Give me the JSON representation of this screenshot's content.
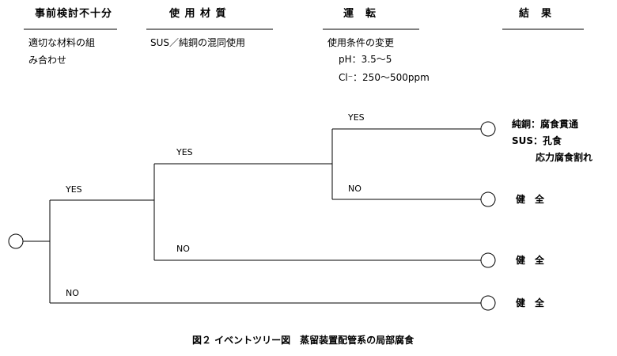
{
  "headers": [
    {
      "id": "pre-study",
      "label": "事前検討不十分"
    },
    {
      "id": "materials",
      "label": "使 用 材 質"
    },
    {
      "id": "operation",
      "label": "運　転"
    },
    {
      "id": "result",
      "label": "結　果"
    }
  ],
  "descriptions": {
    "pre_study_line1": "適切な材料の組",
    "pre_study_line2": "み合わせ",
    "materials": "SUS／純銅の混同使用",
    "operation_title": "使用条件の変更",
    "operation_ph": "pH：3.5〜5",
    "operation_cl": "Cl⁻：250〜500ppm"
  },
  "branches": {
    "stage1_yes": "YES",
    "stage1_no": "NO",
    "stage2_yes": "YES",
    "stage2_no": "NO",
    "stage3_yes": "YES",
    "stage3_no": "NO"
  },
  "outcomes": {
    "o1_line1": "純銅：腐食貫通",
    "o1_line2": "SUS：孔食",
    "o1_line3": "応力腐食割れ",
    "o2": "健　全",
    "o3": "健　全",
    "o4": "健　全"
  },
  "caption": "図２ イベントツリー図　蒸留装置配管系の局部腐食",
  "colors": {
    "line": "#000000",
    "background": "#ffffff"
  }
}
